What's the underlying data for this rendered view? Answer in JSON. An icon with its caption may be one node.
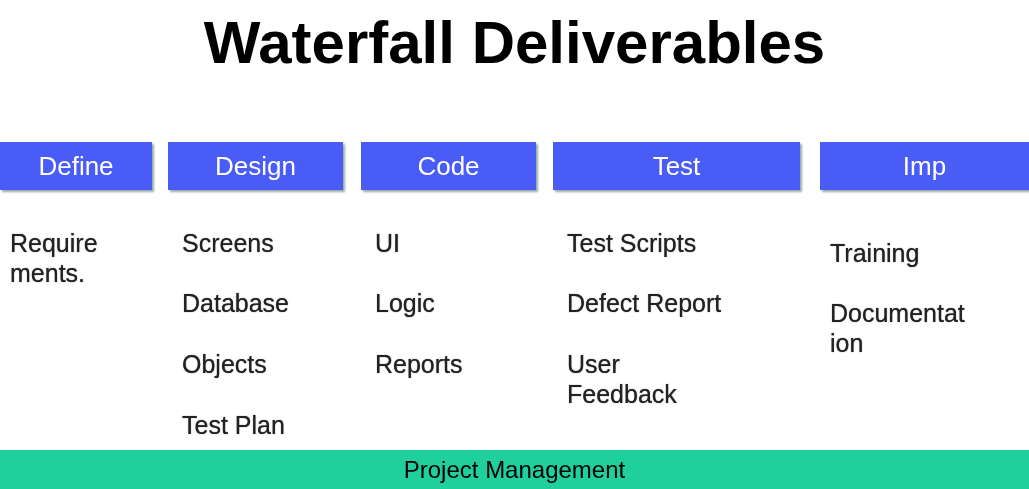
{
  "diagram": {
    "title": "Waterfall Deliverables",
    "nodes": [
      {
        "text": [
          "Define"
        ]
      },
      {
        "text": [
          "Design"
        ]
      },
      {
        "text": [
          "Code"
        ]
      },
      {
        "text": [
          "Test"
        ]
      },
      {
        "text": [
          "Imp"
        ]
      },
      {
        "text": [
          "Project Management"
        ]
      }
    ],
    "edges": [],
    "labels": [
      "Require ments.",
      "Screens",
      "UI",
      "Test Scripts",
      "Training",
      "Database",
      "Logic",
      "Defect Report",
      "Documentat ion",
      "Objects",
      "Reports",
      "User Feedback",
      "Test Plan"
    ]
  }
}
